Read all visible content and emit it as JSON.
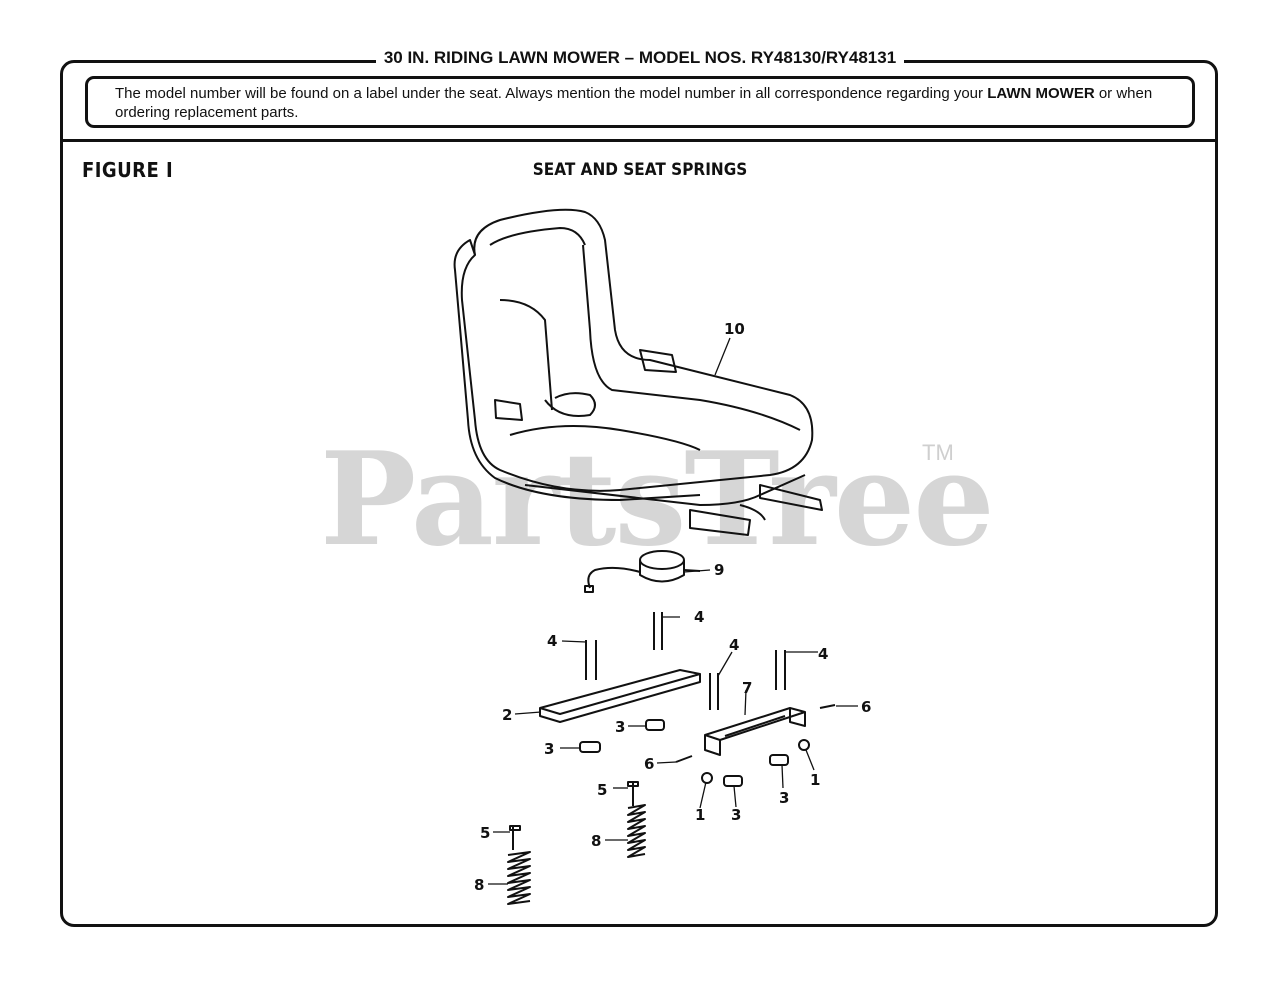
{
  "header": {
    "title": "30 IN. RIDING LAWN MOWER – MODEL NOS. RY48130/RY48131"
  },
  "notice": {
    "text_before": "The model number will be found on a label under the seat. Always mention the model number in all correspondence regarding your ",
    "bold": "LAWN MOWER",
    "text_after": " or when ordering replacement parts."
  },
  "figure": {
    "label": "FIGURE I",
    "title": "SEAT AND SEAT SPRINGS"
  },
  "watermark": {
    "text": "PartsTree",
    "tm": "TM"
  },
  "callouts": {
    "c10": "10",
    "c9": "9",
    "c4a": "4",
    "c4b": "4",
    "c4c": "4",
    "c4d": "4",
    "c7": "7",
    "c6a": "6",
    "c6b": "6",
    "c2": "2",
    "c3a": "3",
    "c3b": "3",
    "c3c": "3",
    "c3d": "3",
    "c1a": "1",
    "c1b": "1",
    "c5a": "5",
    "c5b": "5",
    "c8a": "8",
    "c8b": "8"
  }
}
